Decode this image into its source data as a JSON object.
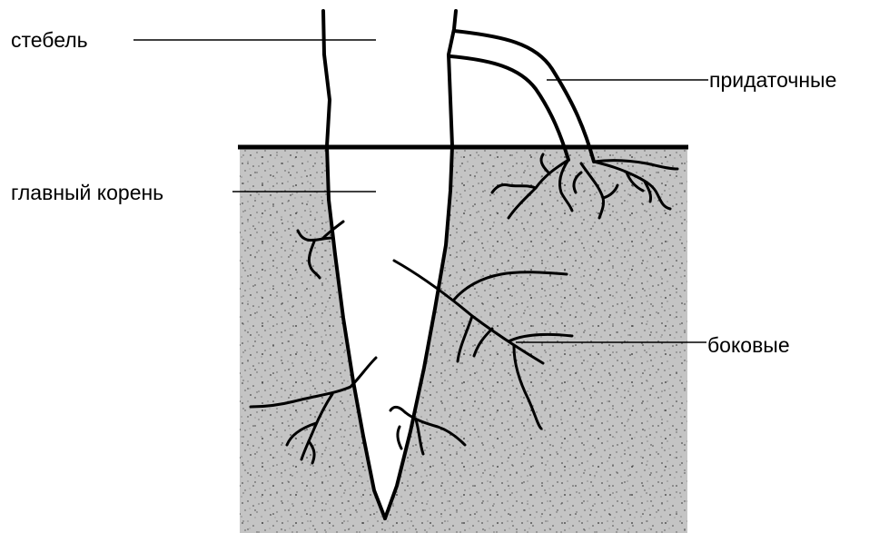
{
  "labels": {
    "stem": "стебель",
    "main_root": "главный корень",
    "adventitious": "придаточные",
    "lateral": "боковые"
  },
  "colors": {
    "soil": "#c4c4c4",
    "ink": "#000000",
    "background": "#ffffff"
  }
}
